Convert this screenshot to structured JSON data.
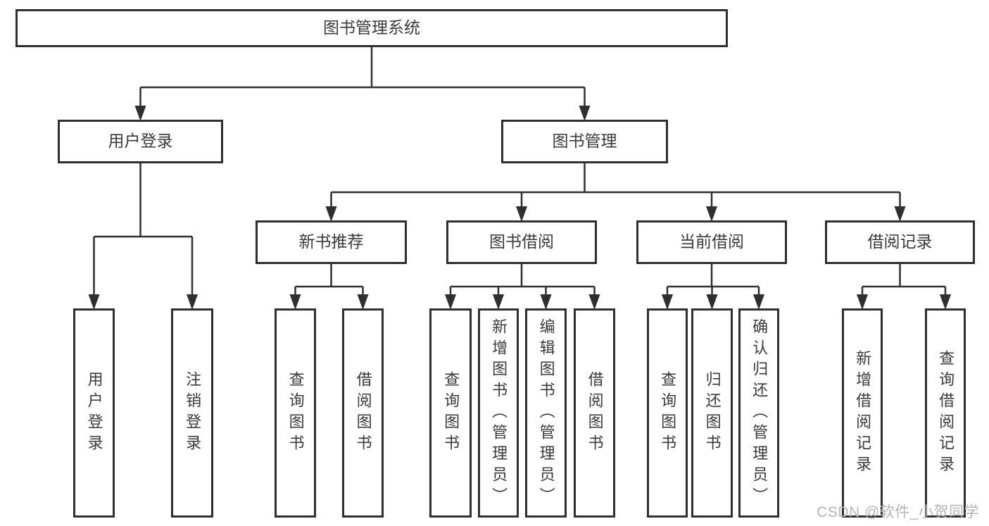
{
  "diagram_title": "图书管理系统",
  "watermark": "CSDN @软件_小贺同学",
  "colors": {
    "line": "#2f2f2f",
    "box_border": "#2f2f2f",
    "text": "#3a3a3a",
    "watermark": "#b5b5b5",
    "background": "#ffffff"
  },
  "nodes": [
    {
      "id": "root",
      "label": "图书管理系统",
      "level": 0,
      "parent": null,
      "orientation": "horizontal"
    },
    {
      "id": "user-login",
      "label": "用户登录",
      "level": 1,
      "parent": "root",
      "orientation": "horizontal"
    },
    {
      "id": "book-mgmt",
      "label": "图书管理",
      "level": 1,
      "parent": "root",
      "orientation": "horizontal"
    },
    {
      "id": "new-book-rec",
      "label": "新书推荐",
      "level": 2,
      "parent": "book-mgmt",
      "orientation": "horizontal"
    },
    {
      "id": "book-borrow",
      "label": "图书借阅",
      "level": 2,
      "parent": "book-mgmt",
      "orientation": "horizontal"
    },
    {
      "id": "current-borrow",
      "label": "当前借阅",
      "level": 2,
      "parent": "book-mgmt",
      "orientation": "horizontal"
    },
    {
      "id": "borrow-records",
      "label": "借阅记录",
      "level": 2,
      "parent": "book-mgmt",
      "orientation": "horizontal"
    },
    {
      "id": "login",
      "label": "用户登录",
      "level": 3,
      "parent": "user-login",
      "orientation": "vertical"
    },
    {
      "id": "logout",
      "label": "注销登录",
      "level": 3,
      "parent": "user-login",
      "orientation": "vertical"
    },
    {
      "id": "search-book-1",
      "label": "查询图书",
      "level": 3,
      "parent": "new-book-rec",
      "orientation": "vertical"
    },
    {
      "id": "borrow-book-1",
      "label": "借阅图书",
      "level": 3,
      "parent": "new-book-rec",
      "orientation": "vertical"
    },
    {
      "id": "search-book-2",
      "label": "查询图书",
      "level": 3,
      "parent": "book-borrow",
      "orientation": "vertical"
    },
    {
      "id": "add-book",
      "label": "新增图书（管理员）",
      "level": 3,
      "parent": "book-borrow",
      "orientation": "vertical"
    },
    {
      "id": "edit-book",
      "label": "编辑图书（管理员）",
      "level": 3,
      "parent": "book-borrow",
      "orientation": "vertical"
    },
    {
      "id": "borrow-book-2",
      "label": "借阅图书",
      "level": 3,
      "parent": "book-borrow",
      "orientation": "vertical"
    },
    {
      "id": "search-book-3",
      "label": "查询图书",
      "level": 3,
      "parent": "current-borrow",
      "orientation": "vertical"
    },
    {
      "id": "return-book",
      "label": "归还图书",
      "level": 3,
      "parent": "current-borrow",
      "orientation": "vertical"
    },
    {
      "id": "confirm-return",
      "label": "确认归还（管理员）",
      "level": 3,
      "parent": "current-borrow",
      "orientation": "vertical"
    },
    {
      "id": "add-borrow-record",
      "label": "新增借阅记录",
      "level": 3,
      "parent": "borrow-records",
      "orientation": "vertical"
    },
    {
      "id": "search-borrow-record",
      "label": "查询借阅记录",
      "level": 3,
      "parent": "borrow-records",
      "orientation": "vertical"
    }
  ]
}
